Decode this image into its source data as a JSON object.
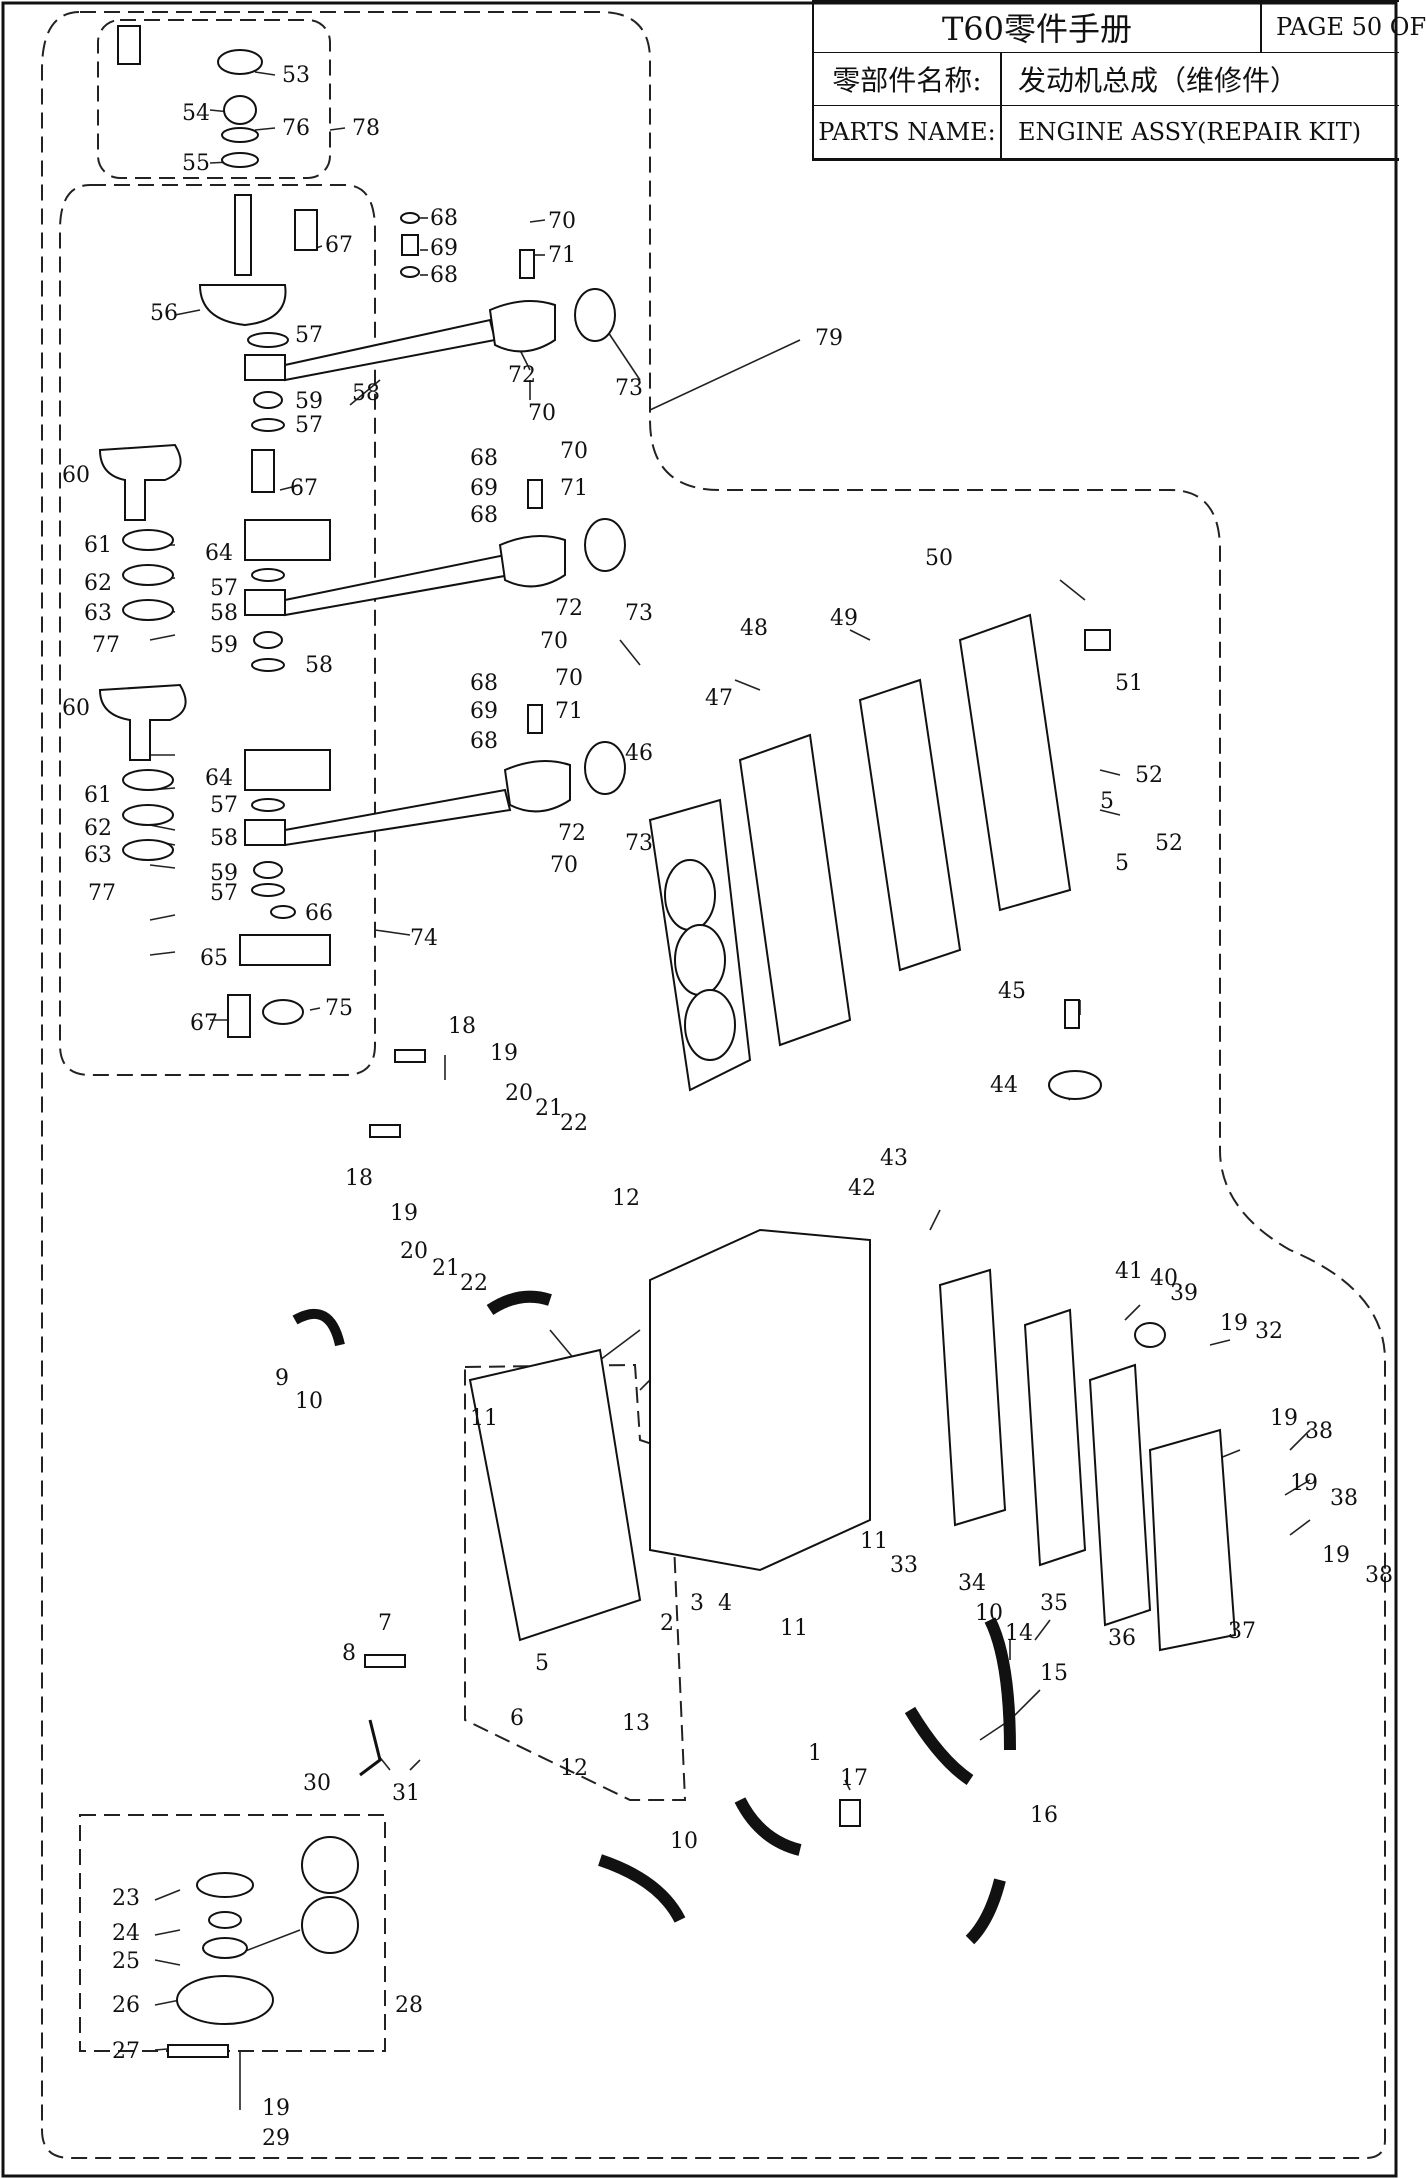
{
  "title_block": {
    "doc_title": "T60零件手册",
    "page_label": "PAGE 50 OF",
    "name_label_cn": "零部件名称:",
    "name_value_cn": "发动机总成（维修件）",
    "name_label_en": "PARTS NAME:",
    "name_value_en": "ENGINE ASSY(REPAIR KIT)"
  },
  "callouts": [
    "1",
    "2",
    "3",
    "4",
    "5",
    "6",
    "7",
    "8",
    "9",
    "10",
    "11",
    "12",
    "13",
    "14",
    "15",
    "16",
    "17",
    "18",
    "19",
    "20",
    "21",
    "22",
    "23",
    "24",
    "25",
    "26",
    "27",
    "28",
    "29",
    "30",
    "31",
    "32",
    "33",
    "34",
    "35",
    "36",
    "37",
    "38",
    "39",
    "40",
    "41",
    "42",
    "43",
    "44",
    "45",
    "46",
    "47",
    "48",
    "49",
    "50",
    "51",
    "52",
    "53",
    "54",
    "55",
    "56",
    "57",
    "58",
    "59",
    "60",
    "61",
    "62",
    "63",
    "64",
    "65",
    "66",
    "67",
    "68",
    "69",
    "70",
    "71",
    "72",
    "73",
    "74",
    "75",
    "76",
    "77",
    "78",
    "79"
  ]
}
